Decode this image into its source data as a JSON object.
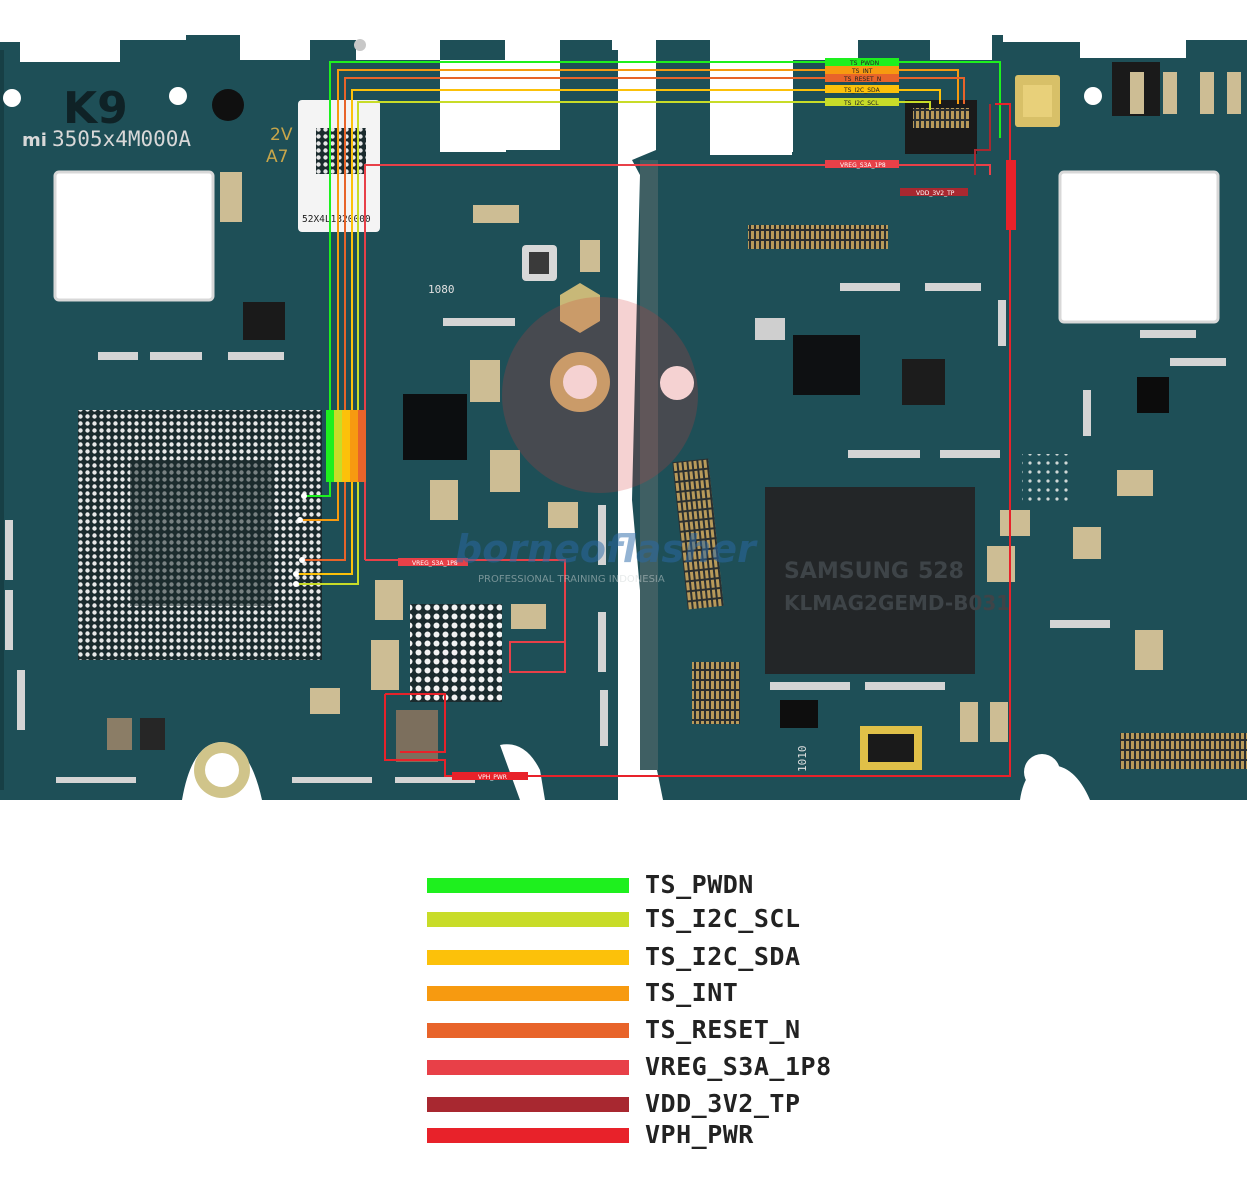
{
  "board": {
    "model_mark": "K9",
    "brand_mark": "mi",
    "part_number": "3505x4M000A",
    "side_mark_1": "2V",
    "side_mark_2": "A7",
    "sticker_code": "52X4L1320000",
    "chip_maker": "SAMSUNG",
    "chip_code_suffix": "528",
    "chip_part": "KLMAG2GEMD-B031",
    "small_mark_1": "1080",
    "small_mark_2": "1010",
    "watermark_brand": "borneoflasher",
    "watermark_sub": "PROFESSIONAL TRAINING INDONESIA",
    "board_color": "#1e4f57",
    "trace_labels": {
      "ts_pwdn": "TS_PWDN",
      "ts_int": "TS_INT",
      "ts_reset_n": "TS_RESET_N",
      "ts_i2c_sda": "TS_I2C_SDA",
      "ts_i2c_scl": "TS_I2C_SCL",
      "vreg_s3a_1p8": "VREG_S3A_1P8",
      "vdd_3v2_tp": "VDD_3V2_TP",
      "vph_pwr": "VPH_PWR"
    }
  },
  "legend": [
    {
      "label": "TS_PWDN",
      "color": "#1ef01e"
    },
    {
      "label": "TS_I2C_SCL",
      "color": "#c8dc28"
    },
    {
      "label": "TS_I2C_SDA",
      "color": "#fcc10a"
    },
    {
      "label": "TS_INT",
      "color": "#f79a10"
    },
    {
      "label": "TS_RESET_N",
      "color": "#e8642a"
    },
    {
      "label": "VREG_S3A_1P8",
      "color": "#e84048"
    },
    {
      "label": "VDD_3V2_TP",
      "color": "#a82830"
    },
    {
      "label": "VPH_PWR",
      "color": "#e8222a"
    }
  ]
}
